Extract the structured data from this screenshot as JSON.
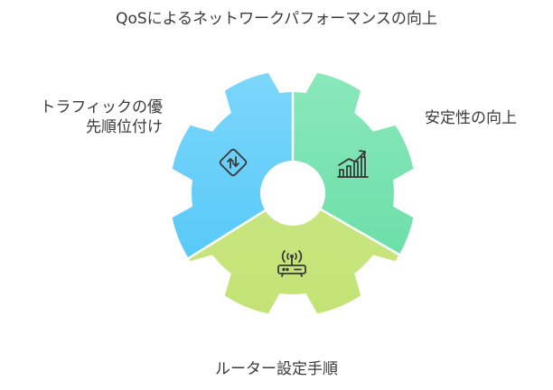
{
  "title": "QoSによるネットワークパフォーマンスの向上",
  "segments": {
    "left": {
      "line1": "トラフィックの優",
      "line2": "先順位付け",
      "icon": "traffic-sign-icon",
      "color_top": "#7dd6fb",
      "color_bottom": "#4cc6f6"
    },
    "right": {
      "line1": "安定性の向上",
      "icon": "rising-chart-icon",
      "color_top": "#8ae8bb",
      "color_bottom": "#63dca2"
    },
    "bottom": {
      "line1": "ルーター設定手順",
      "icon": "router-icon",
      "color_top": "#cde98a",
      "color_bottom": "#c3e376"
    }
  }
}
